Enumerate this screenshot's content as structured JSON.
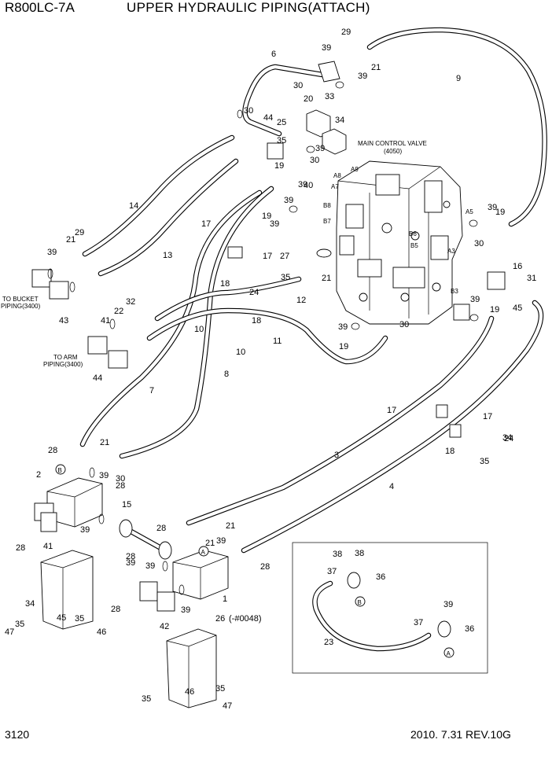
{
  "header": {
    "model": "R800LC-7A",
    "title": "UPPER HYDRAULIC PIPING(ATTACH)"
  },
  "footer": {
    "page_number": "3120",
    "revision": "2010. 7.31  REV.10G"
  },
  "notes": {
    "mcv_line1": "MAIN CONTROL VALVE",
    "mcv_line2": "(4050)",
    "bucket_line1": "TO BUCKET",
    "bucket_line2": "PIPING(3400)",
    "arm_line1": "TO ARM",
    "arm_line2": "PIPING(3400)",
    "serial_note": "(-#0048)"
  },
  "port_labels": [
    "A9",
    "A8",
    "A7",
    "B8",
    "B7",
    "B6",
    "A5",
    "A3",
    "B3",
    "B5"
  ],
  "callouts": [
    "1",
    "2",
    "3",
    "4",
    "6",
    "7",
    "8",
    "9",
    "10",
    "10",
    "11",
    "12",
    "13",
    "14",
    "15",
    "16",
    "17",
    "17",
    "17",
    "17",
    "18",
    "18",
    "18",
    "19",
    "19",
    "19",
    "19",
    "19",
    "20",
    "21",
    "21",
    "21",
    "21",
    "21",
    "21",
    "22",
    "23",
    "24",
    "24",
    "25",
    "26",
    "27",
    "28",
    "28",
    "28",
    "28",
    "28",
    "28",
    "28",
    "29",
    "29",
    "30",
    "30",
    "30",
    "30",
    "30",
    "30",
    "31",
    "32",
    "33",
    "34",
    "34",
    "34",
    "35",
    "35",
    "35",
    "35",
    "35",
    "35",
    "35",
    "36",
    "36",
    "37",
    "37",
    "38",
    "38",
    "39",
    "39",
    "39",
    "39",
    "39",
    "39",
    "39",
    "39",
    "39",
    "39",
    "39",
    "39",
    "39",
    "39",
    "39",
    "39",
    "39",
    "40",
    "41",
    "41",
    "42",
    "43",
    "44",
    "44",
    "45",
    "45",
    "46",
    "46",
    "47",
    "47"
  ],
  "view_markers": [
    "A",
    "B",
    "A",
    "B"
  ]
}
